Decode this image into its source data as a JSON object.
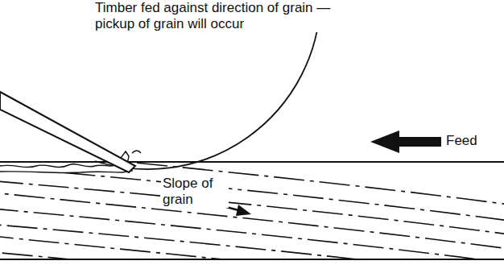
{
  "diagram": {
    "labels": [
      "Timber fed against direction of grain — pickup of grain will occur",
      "Feed",
      "Slope of grain"
    ]
  }
}
